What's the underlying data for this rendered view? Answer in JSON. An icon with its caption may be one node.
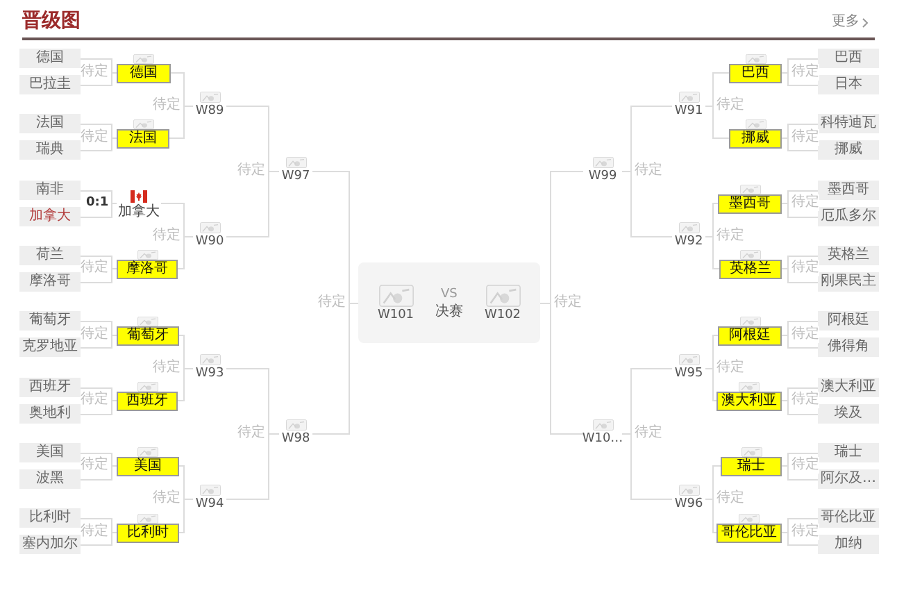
{
  "diagram": {
    "title": "晋级图",
    "nodes": [
      {
        "text": [
          "德国"
        ]
      },
      {
        "text": [
          "巴拉圭"
        ]
      },
      {
        "text": [
          "法国"
        ]
      },
      {
        "text": [
          "瑞典"
        ]
      },
      {
        "text": [
          "南非"
        ]
      },
      {
        "text": [
          "加拿大"
        ]
      },
      {
        "text": [
          "荷兰"
        ]
      },
      {
        "text": [
          "摩洛哥"
        ]
      },
      {
        "text": [
          "葡萄牙"
        ]
      },
      {
        "text": [
          "克罗地亚"
        ]
      },
      {
        "text": [
          "西班牙"
        ]
      },
      {
        "text": [
          "奥地利"
        ]
      },
      {
        "text": [
          "美国"
        ]
      },
      {
        "text": [
          "波黑"
        ]
      },
      {
        "text": [
          "比利时"
        ]
      },
      {
        "text": [
          "塞内加尔"
        ]
      },
      {
        "text": [
          "德国"
        ]
      },
      {
        "text": [
          "法国"
        ]
      },
      {
        "text": [
          "加拿大"
        ]
      },
      {
        "text": [
          "摩洛哥"
        ]
      },
      {
        "text": [
          "葡萄牙"
        ]
      },
      {
        "text": [
          "西班牙"
        ]
      },
      {
        "text": [
          "美国"
        ]
      },
      {
        "text": [
          "比利时"
        ]
      },
      {
        "text": [
          "W89"
        ]
      },
      {
        "text": [
          "W90"
        ]
      },
      {
        "text": [
          "W93"
        ]
      },
      {
        "text": [
          "W94"
        ]
      },
      {
        "text": [
          "W97"
        ]
      },
      {
        "text": [
          "W98"
        ]
      },
      {
        "text": [
          "VS",
          "决赛"
        ]
      },
      {
        "text": [
          "W101"
        ],
        "in": 30
      },
      {
        "text": [
          "W102"
        ],
        "in": 30
      },
      {
        "text": [
          "W99"
        ]
      },
      {
        "text": [
          "W10…"
        ]
      },
      {
        "text": [
          "W91"
        ]
      },
      {
        "text": [
          "W92"
        ]
      },
      {
        "text": [
          "W95"
        ]
      },
      {
        "text": [
          "W96"
        ]
      },
      {
        "text": [
          "巴西"
        ]
      },
      {
        "text": [
          "挪威"
        ]
      },
      {
        "text": [
          "墨西哥"
        ]
      },
      {
        "text": [
          "英格兰"
        ]
      },
      {
        "text": [
          "阿根廷"
        ]
      },
      {
        "text": [
          "澳大利亚"
        ]
      },
      {
        "text": [
          "瑞士"
        ]
      },
      {
        "text": [
          "哥伦比亚"
        ]
      },
      {
        "text": [
          "巴西"
        ]
      },
      {
        "text": [
          "日本"
        ]
      },
      {
        "text": [
          "科特迪瓦"
        ]
      },
      {
        "text": [
          "挪威"
        ]
      },
      {
        "text": [
          "墨西哥"
        ]
      },
      {
        "text": [
          "厄瓜多尔"
        ]
      },
      {
        "text": [
          "英格兰"
        ]
      },
      {
        "text": [
          "刚果民主"
        ]
      },
      {
        "text": [
          "阿根廷"
        ]
      },
      {
        "text": [
          "佛得角"
        ]
      },
      {
        "text": [
          "澳大利亚"
        ]
      },
      {
        "text": [
          "埃及"
        ]
      },
      {
        "text": [
          "瑞士"
        ]
      },
      {
        "text": [
          "阿尔及…"
        ]
      },
      {
        "text": [
          "哥伦比亚"
        ]
      },
      {
        "text": [
          "加纳"
        ]
      }
    ],
    "edges": [
      {
        "from": 0,
        "to": 16,
        "arrow": "none",
        "label": "待定"
      },
      {
        "from": 1,
        "to": 16,
        "arrow": "none"
      },
      {
        "from": 2,
        "to": 17,
        "arrow": "none",
        "label": "待定"
      },
      {
        "from": 3,
        "to": 17,
        "arrow": "none"
      },
      {
        "from": 4,
        "to": 18,
        "arrow": "none",
        "label": "0:1"
      },
      {
        "from": 5,
        "to": 18,
        "arrow": "none"
      },
      {
        "from": 6,
        "to": 19,
        "arrow": "none",
        "label": "待定"
      },
      {
        "from": 7,
        "to": 19,
        "arrow": "none"
      },
      {
        "from": 8,
        "to": 20,
        "arrow": "none",
        "label": "待定"
      },
      {
        "from": 9,
        "to": 20,
        "arrow": "none"
      },
      {
        "from": 10,
        "to": 21,
        "arrow": "none",
        "label": "待定"
      },
      {
        "from": 11,
        "to": 21,
        "arrow": "none"
      },
      {
        "from": 12,
        "to": 22,
        "arrow": "none",
        "label": "待定"
      },
      {
        "from": 13,
        "to": 22,
        "arrow": "none"
      },
      {
        "from": 14,
        "to": 23,
        "arrow": "none",
        "label": "待定"
      },
      {
        "from": 15,
        "to": 23,
        "arrow": "none"
      },
      {
        "from": 16,
        "to": 24,
        "arrow": "none",
        "label": "待定"
      },
      {
        "from": 17,
        "to": 24,
        "arrow": "none"
      },
      {
        "from": 18,
        "to": 25,
        "arrow": "none",
        "label": "待定"
      },
      {
        "from": 19,
        "to": 25,
        "arrow": "none"
      },
      {
        "from": 20,
        "to": 26,
        "arrow": "none",
        "label": "待定"
      },
      {
        "from": 21,
        "to": 26,
        "arrow": "none"
      },
      {
        "from": 22,
        "to": 27,
        "arrow": "none",
        "label": "待定"
      },
      {
        "from": 23,
        "to": 27,
        "arrow": "none"
      },
      {
        "from": 24,
        "to": 28,
        "arrow": "none",
        "label": "待定"
      },
      {
        "from": 25,
        "to": 28,
        "arrow": "none"
      },
      {
        "from": 26,
        "to": 29,
        "arrow": "none",
        "label": "待定"
      },
      {
        "from": 27,
        "to": 29,
        "arrow": "none"
      },
      {
        "from": 28,
        "to": 30,
        "arrow": "none",
        "label": "待定"
      },
      {
        "from": 29,
        "to": 30,
        "arrow": "none"
      },
      {
        "from": 33,
        "to": 30,
        "arrow": "none",
        "label": "待定"
      },
      {
        "from": 34,
        "to": 30,
        "arrow": "none"
      },
      {
        "from": 35,
        "to": 33,
        "arrow": "none",
        "label": "待定"
      },
      {
        "from": 36,
        "to": 33,
        "arrow": "none"
      },
      {
        "from": 37,
        "to": 34,
        "arrow": "none",
        "label": "待定"
      },
      {
        "from": 38,
        "to": 34,
        "arrow": "none"
      },
      {
        "from": 39,
        "to": 35,
        "arrow": "none",
        "label": "待定"
      },
      {
        "from": 40,
        "to": 35,
        "arrow": "none"
      },
      {
        "from": 41,
        "to": 36,
        "arrow": "none",
        "label": "待定"
      },
      {
        "from": 42,
        "to": 36,
        "arrow": "none"
      },
      {
        "from": 43,
        "to": 37,
        "arrow": "none",
        "label": "待定"
      },
      {
        "from": 44,
        "to": 37,
        "arrow": "none"
      },
      {
        "from": 45,
        "to": 38,
        "arrow": "none",
        "label": "待定"
      },
      {
        "from": 46,
        "to": 38,
        "arrow": "none"
      },
      {
        "from": 47,
        "to": 39,
        "arrow": "none",
        "label": "待定"
      },
      {
        "from": 48,
        "to": 39,
        "arrow": "none"
      },
      {
        "from": 49,
        "to": 40,
        "arrow": "none",
        "label": "待定"
      },
      {
        "from": 50,
        "to": 40,
        "arrow": "none"
      },
      {
        "from": 51,
        "to": 41,
        "arrow": "none",
        "label": "待定"
      },
      {
        "from": 52,
        "to": 41,
        "arrow": "none"
      },
      {
        "from": 53,
        "to": 42,
        "arrow": "none",
        "label": "待定"
      },
      {
        "from": 54,
        "to": 42,
        "arrow": "none"
      },
      {
        "from": 55,
        "to": 43,
        "arrow": "none",
        "label": "待定"
      },
      {
        "from": 56,
        "to": 43,
        "arrow": "none"
      },
      {
        "from": 57,
        "to": 44,
        "arrow": "none",
        "label": "待定"
      },
      {
        "from": 58,
        "to": 44,
        "arrow": "none"
      },
      {
        "from": 59,
        "to": 45,
        "arrow": "none",
        "label": "待定"
      },
      {
        "from": 60,
        "to": 45,
        "arrow": "none"
      },
      {
        "from": 61,
        "to": 46,
        "arrow": "none",
        "label": "待定"
      },
      {
        "from": 62,
        "to": 46,
        "arrow": "none"
      }
    ],
    "labels": [
      "更多"
    ]
  }
}
